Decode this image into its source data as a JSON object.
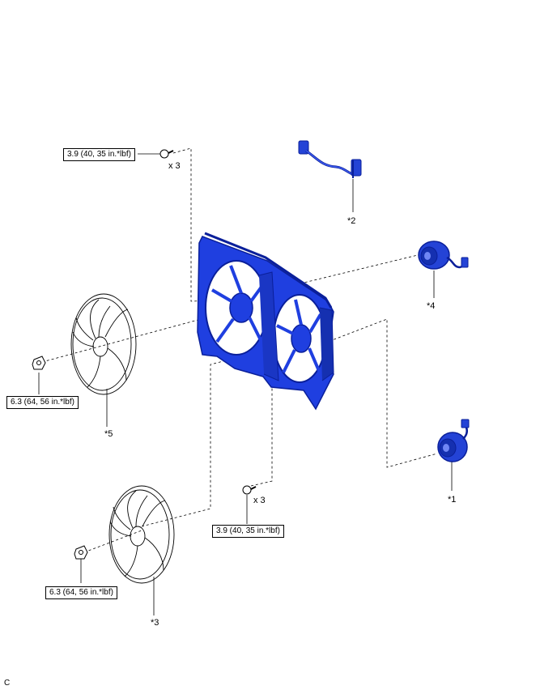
{
  "torque": {
    "top_bolt": "3.9 (40, 35 in.*lbf)",
    "fan5_nut": "6.3 (64, 56 in.*lbf)",
    "lower_bolt": "3.9 (40, 35 in.*lbf)",
    "fan3_nut": "6.3 (64, 56 in.*lbf)"
  },
  "quantity": {
    "top_bolt": "x 3",
    "lower_bolt": "x 3"
  },
  "callouts": {
    "p1": "*1",
    "p2": "*2",
    "p3": "*3",
    "p4": "*4",
    "p5": "*5"
  },
  "corner_mark": "C",
  "colors": {
    "shroud": "#1f3fe0",
    "shroud_dark": "#0a1f9a",
    "motor": "#2443d6",
    "line": "#000000"
  }
}
